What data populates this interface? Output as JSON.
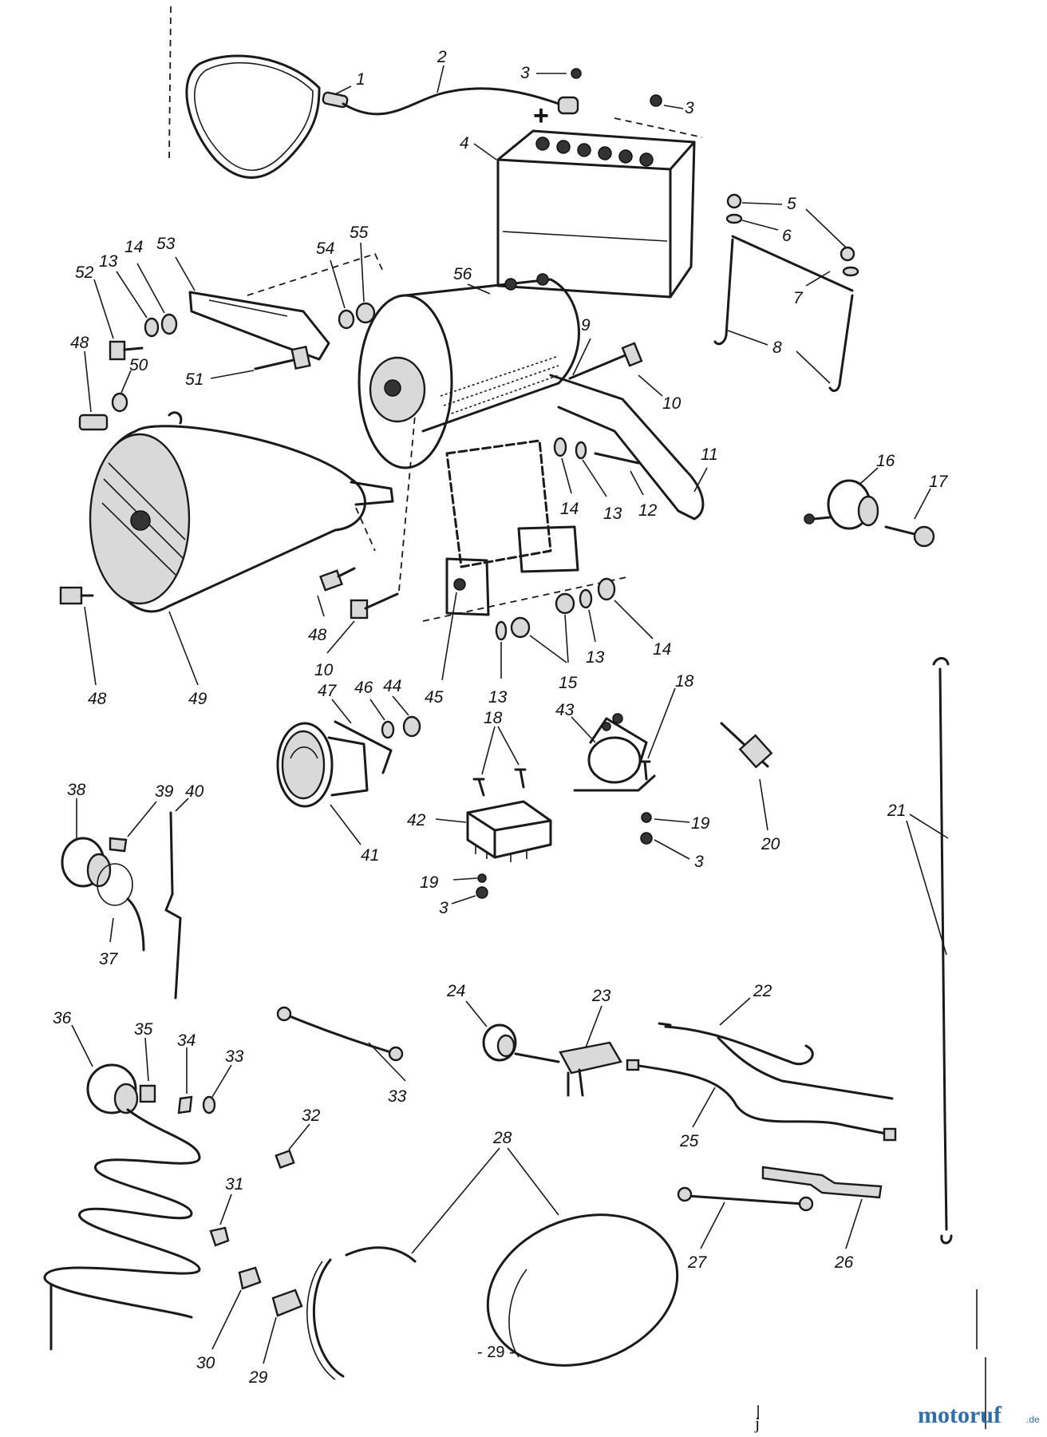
{
  "diagram": {
    "page_number": "- 29 -",
    "plus_sign": "+",
    "footer_mark": "j",
    "watermark": {
      "brand": "motoruf",
      "tld": ".de"
    },
    "callouts": [
      {
        "id": "c1",
        "text": "1"
      },
      {
        "id": "c2",
        "text": "2"
      },
      {
        "id": "c3a",
        "text": "3"
      },
      {
        "id": "c3b",
        "text": "3"
      },
      {
        "id": "c4",
        "text": "4"
      },
      {
        "id": "c5",
        "text": "5"
      },
      {
        "id": "c6",
        "text": "6"
      },
      {
        "id": "c7",
        "text": "7"
      },
      {
        "id": "c8",
        "text": "8"
      },
      {
        "id": "c9",
        "text": "9"
      },
      {
        "id": "c10a",
        "text": "10"
      },
      {
        "id": "c11",
        "text": "11"
      },
      {
        "id": "c12",
        "text": "12"
      },
      {
        "id": "c13a",
        "text": "13"
      },
      {
        "id": "c14a",
        "text": "14"
      },
      {
        "id": "c16",
        "text": "16"
      },
      {
        "id": "c17",
        "text": "17"
      },
      {
        "id": "c52",
        "text": "52"
      },
      {
        "id": "c13b",
        "text": "13"
      },
      {
        "id": "c14b",
        "text": "14"
      },
      {
        "id": "c53",
        "text": "53"
      },
      {
        "id": "c54",
        "text": "54"
      },
      {
        "id": "c55",
        "text": "55"
      },
      {
        "id": "c56",
        "text": "56"
      },
      {
        "id": "c48a",
        "text": "48"
      },
      {
        "id": "c50",
        "text": "50"
      },
      {
        "id": "c51",
        "text": "51"
      },
      {
        "id": "c48b",
        "text": "48"
      },
      {
        "id": "c10b",
        "text": "10"
      },
      {
        "id": "c48c",
        "text": "48"
      },
      {
        "id": "c49",
        "text": "49"
      },
      {
        "id": "c45",
        "text": "45"
      },
      {
        "id": "c13c",
        "text": "13"
      },
      {
        "id": "c15",
        "text": "15"
      },
      {
        "id": "c13d",
        "text": "13"
      },
      {
        "id": "c14c",
        "text": "14"
      },
      {
        "id": "c47",
        "text": "47"
      },
      {
        "id": "c46",
        "text": "46"
      },
      {
        "id": "c44",
        "text": "44"
      },
      {
        "id": "c41",
        "text": "41"
      },
      {
        "id": "c18a",
        "text": "18"
      },
      {
        "id": "c42",
        "text": "42"
      },
      {
        "id": "c19a",
        "text": "19"
      },
      {
        "id": "c3c",
        "text": "3"
      },
      {
        "id": "c43",
        "text": "43"
      },
      {
        "id": "c18b",
        "text": "18"
      },
      {
        "id": "c19b",
        "text": "19"
      },
      {
        "id": "c3d",
        "text": "3"
      },
      {
        "id": "c20",
        "text": "20"
      },
      {
        "id": "c21",
        "text": "21"
      },
      {
        "id": "c38",
        "text": "38"
      },
      {
        "id": "c39",
        "text": "39"
      },
      {
        "id": "c40",
        "text": "40"
      },
      {
        "id": "c37",
        "text": "37"
      },
      {
        "id": "c36",
        "text": "36"
      },
      {
        "id": "c35",
        "text": "35"
      },
      {
        "id": "c34",
        "text": "34"
      },
      {
        "id": "c33a",
        "text": "33"
      },
      {
        "id": "c33b",
        "text": "33"
      },
      {
        "id": "c32",
        "text": "32"
      },
      {
        "id": "c24",
        "text": "24"
      },
      {
        "id": "c23",
        "text": "23"
      },
      {
        "id": "c22",
        "text": "22"
      },
      {
        "id": "c25",
        "text": "25"
      },
      {
        "id": "c31",
        "text": "31"
      },
      {
        "id": "c28",
        "text": "28"
      },
      {
        "id": "c27",
        "text": "27"
      },
      {
        "id": "c26",
        "text": "26"
      },
      {
        "id": "c30",
        "text": "30"
      },
      {
        "id": "c29",
        "text": "29"
      }
    ]
  }
}
